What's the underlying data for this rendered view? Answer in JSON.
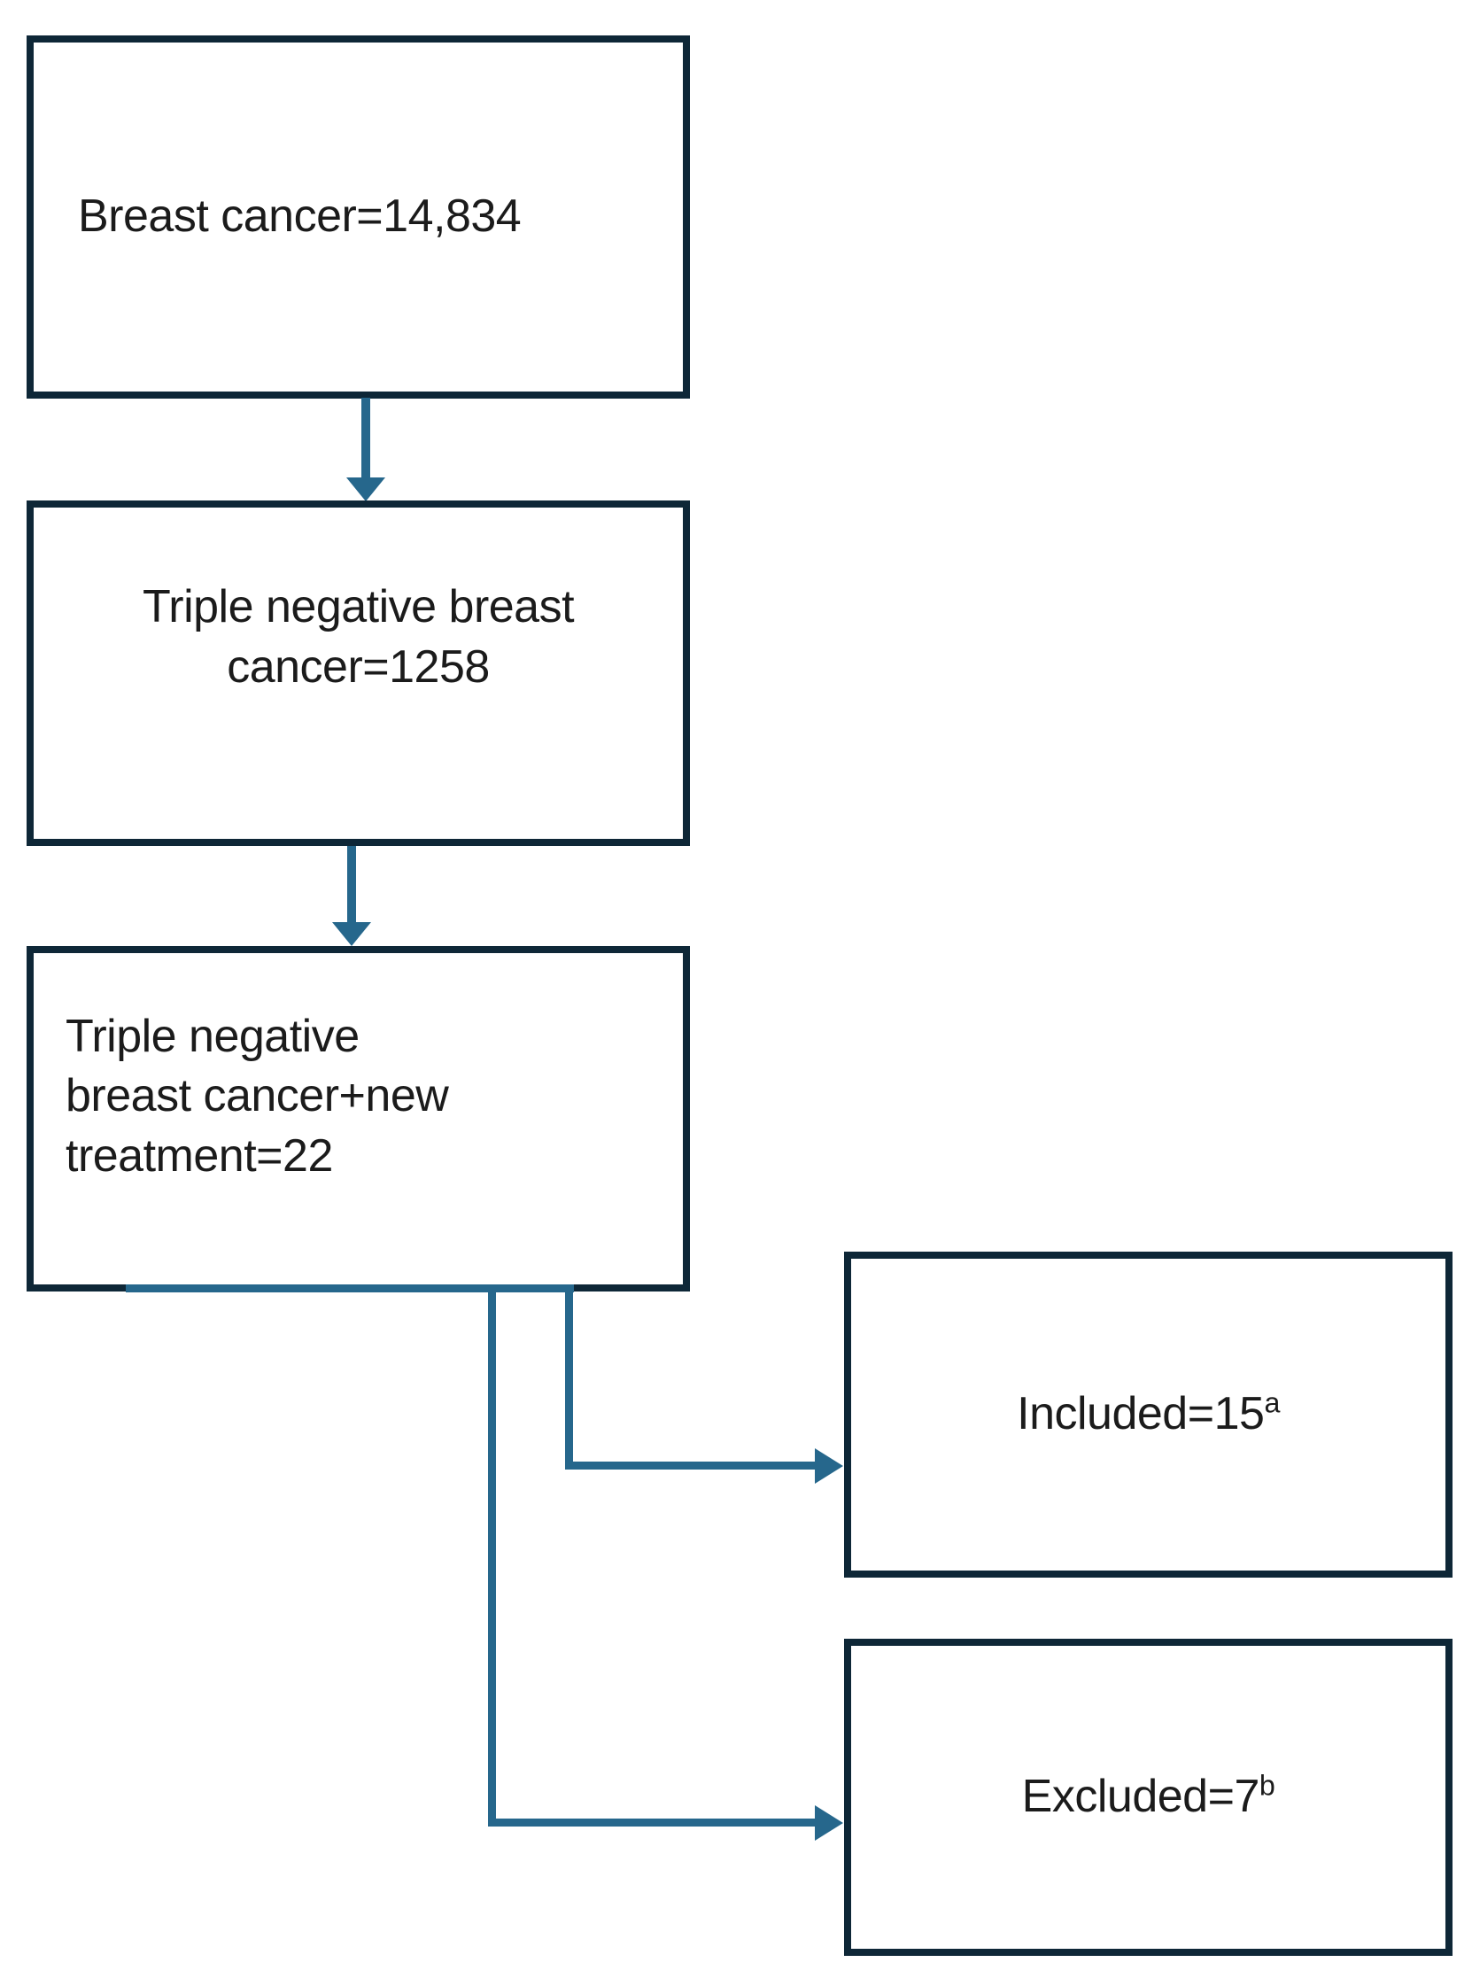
{
  "diagram": {
    "type": "flowchart",
    "background": "#ffffff",
    "colors": {
      "box_border": "#0e2737",
      "connector": "#26678c",
      "text": "#1b1b1b"
    },
    "nodes": [
      {
        "id": "breast-cancer",
        "lines": [
          "Breast cancer=14,834"
        ]
      },
      {
        "id": "triple-negative-breast-cancer",
        "lines": [
          "Triple negative breast",
          "cancer=1258"
        ]
      },
      {
        "id": "tnbc-new-treatment",
        "lines": [
          "Triple negative",
          "breast cancer+new",
          "treatment=22"
        ]
      },
      {
        "id": "included",
        "lines": [
          "Included=15"
        ],
        "sup": "a"
      },
      {
        "id": "excluded",
        "lines": [
          "Excluded=7"
        ],
        "sup": "b"
      }
    ],
    "edges": [
      {
        "from": "breast-cancer",
        "to": "triple-negative-breast-cancer",
        "style": "arrow-down"
      },
      {
        "from": "triple-negative-breast-cancer",
        "to": "tnbc-new-treatment",
        "style": "arrow-down"
      },
      {
        "from": "tnbc-new-treatment",
        "to": "included",
        "style": "elbow-right-arrow"
      },
      {
        "from": "tnbc-new-treatment",
        "to": "excluded",
        "style": "elbow-right-arrow"
      }
    ]
  }
}
